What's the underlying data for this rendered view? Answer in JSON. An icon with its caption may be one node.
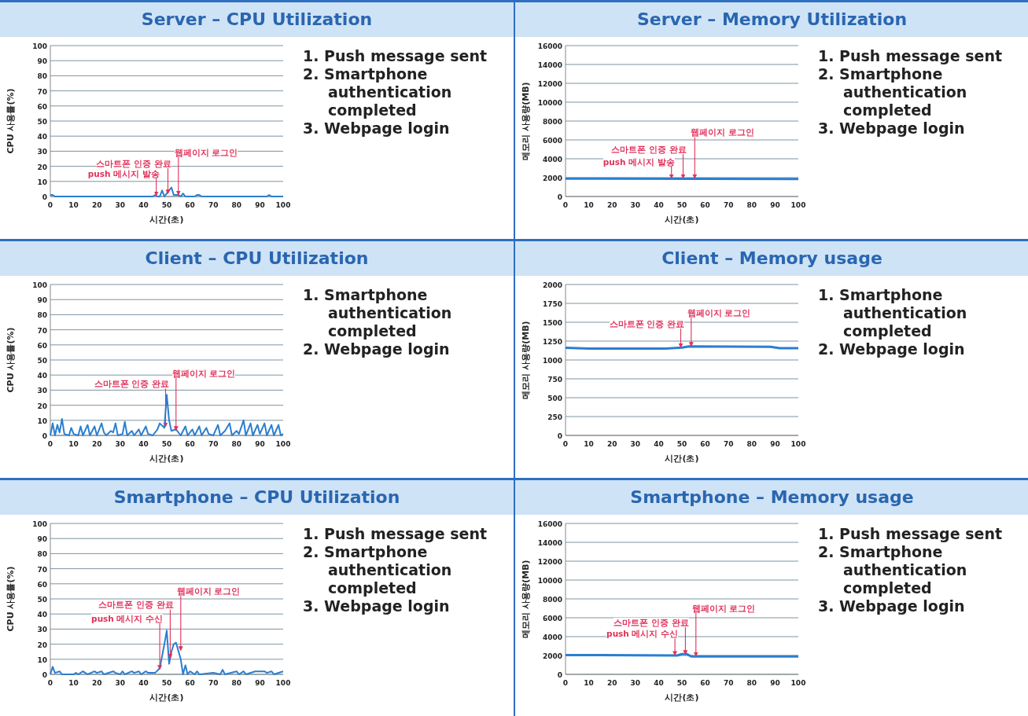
{
  "diagram": {
    "nodes": [
      {
        "text": [
          "Server – CPU Utilization"
        ]
      },
      {
        "text": [
          "웹페이지 로그인"
        ]
      },
      {
        "text": [
          "스마트폰 인증 완료"
        ]
      },
      {
        "text": [
          "push 메시지 발송"
        ]
      },
      {
        "text": [
          "Server – Memory Utilization"
        ]
      },
      {
        "text": [
          "웹페이지 로그인"
        ]
      },
      {
        "text": [
          "스마트폰 인증 완료"
        ]
      },
      {
        "text": [
          "push 메시지 발송"
        ]
      },
      {
        "text": [
          "Client – CPU Utilization"
        ]
      },
      {
        "text": [
          "웹페이지 로그인"
        ]
      },
      {
        "text": [
          "스마트폰 인증 완료"
        ]
      },
      {
        "text": [
          "Client – Memory usage"
        ]
      },
      {
        "text": [
          "웹페이지 로그인"
        ]
      },
      {
        "text": [
          "스마트폰 인증 완료"
        ]
      },
      {
        "text": [
          "Smartphone – CPU Utilization"
        ]
      },
      {
        "text": [
          "웹페이지 로그인"
        ]
      },
      {
        "text": [
          "스마트폰 인증 완료"
        ]
      },
      {
        "text": [
          "push 메시지 수신"
        ]
      },
      {
        "text": [
          "Smartphone – Memory usage"
        ]
      },
      {
        "text": [
          "웹페이지 로그인"
        ]
      },
      {
        "text": [
          "스마트폰 인증 완료"
        ]
      },
      {
        "text": [
          "push 메시지 수신"
        ]
      },
      {
        "text": [],
        "shape": "line"
      },
      {
        "text": [],
        "shape": "line"
      },
      {
        "text": [],
        "shape": "line"
      },
      {
        "text": [],
        "shape": "line"
      },
      {
        "text": [],
        "shape": "line"
      },
      {
        "text": [],
        "shape": "line"
      }
    ],
    "edges": [
      {
        "from": 1,
        "to": 22,
        "arrow": "to"
      },
      {
        "from": 2,
        "to": 22,
        "arrow": "to"
      },
      {
        "from": 3,
        "to": 22,
        "arrow": "to"
      },
      {
        "from": 5,
        "to": 23,
        "arrow": "to"
      },
      {
        "from": 6,
        "to": 23,
        "arrow": "to"
      },
      {
        "from": 7,
        "to": 23,
        "arrow": "to"
      },
      {
        "from": 9,
        "to": 24,
        "arrow": "to"
      },
      {
        "from": 10,
        "to": 24,
        "arrow": "to"
      },
      {
        "from": 12,
        "to": 25,
        "arrow": "to"
      },
      {
        "from": 13,
        "to": 25,
        "arrow": "to"
      },
      {
        "from": 15,
        "to": 26,
        "arrow": "to"
      },
      {
        "from": 16,
        "to": 26,
        "arrow": "to"
      },
      {
        "from": 17,
        "to": 26,
        "arrow": "to"
      },
      {
        "from": 19,
        "to": 27,
        "arrow": "to"
      },
      {
        "from": 20,
        "to": 27,
        "arrow": "to"
      },
      {
        "from": 21,
        "to": 27,
        "arrow": "to"
      }
    ],
    "labels": [
      "100",
      "90",
      "80",
      "70",
      "60",
      "50",
      "40",
      "30",
      "20",
      "10",
      "0",
      "CPU 사용률(%)",
      "0",
      "10",
      "20",
      "30",
      "40",
      "50",
      "60",
      "70",
      "80",
      "90",
      "100",
      "시간(초)",
      "1. Push message sent",
      "2. Smartphone authentication completed",
      "3. Webpage login",
      "16000",
      "14000",
      "12000",
      "10000",
      "8000",
      "6000",
      "4000",
      "2000",
      "0",
      "메모리 사용량(MB)",
      "0",
      "10",
      "20",
      "30",
      "40",
      "50",
      "60",
      "70",
      "80",
      "90",
      "100",
      "시간(초)",
      "1. Push message sent",
      "2. Smartphone authentication completed",
      "3. Webpage login",
      "100",
      "90",
      "80",
      "70",
      "60",
      "50",
      "40",
      "30",
      "20",
      "10",
      "0",
      "CPU 사용률(%)",
      "0",
      "10",
      "20",
      "30",
      "40",
      "50",
      "60",
      "70",
      "80",
      "90",
      "100",
      "시간(초)",
      "1. Smartphone authentication completed",
      "2. Webpage login",
      "2000",
      "1750",
      "1500",
      "1250",
      "1000",
      "750",
      "500",
      "250",
      "0",
      "메모리 사용량(MB)",
      "0",
      "10",
      "20",
      "30",
      "40",
      "50",
      "60",
      "70",
      "80",
      "90",
      "100",
      "시간(초)",
      "1. Smartphone authentication completed",
      "2. Webpage login",
      "100",
      "90",
      "80",
      "70",
      "60",
      "50",
      "40",
      "30",
      "20",
      "10",
      "0",
      "CPU 사용률(%)",
      "0",
      "10",
      "20",
      "30",
      "40",
      "50",
      "60",
      "70",
      "80",
      "90",
      "100",
      "시간(초)",
      "1. Push message sent",
      "2. Smartphone authentication completed",
      "3. Webpage login",
      "16000",
      "14000",
      "12000",
      "10000",
      "8000",
      "6000",
      "4000",
      "2000",
      "0",
      "메모리 사용량(MB)",
      "0",
      "10",
      "20",
      "30",
      "40",
      "50",
      "60",
      "70",
      "80",
      "90",
      "100",
      "시간(초)",
      "1. Push message sent",
      "2. Smartphone authentication completed",
      "3. Webpage login"
    ]
  }
}
